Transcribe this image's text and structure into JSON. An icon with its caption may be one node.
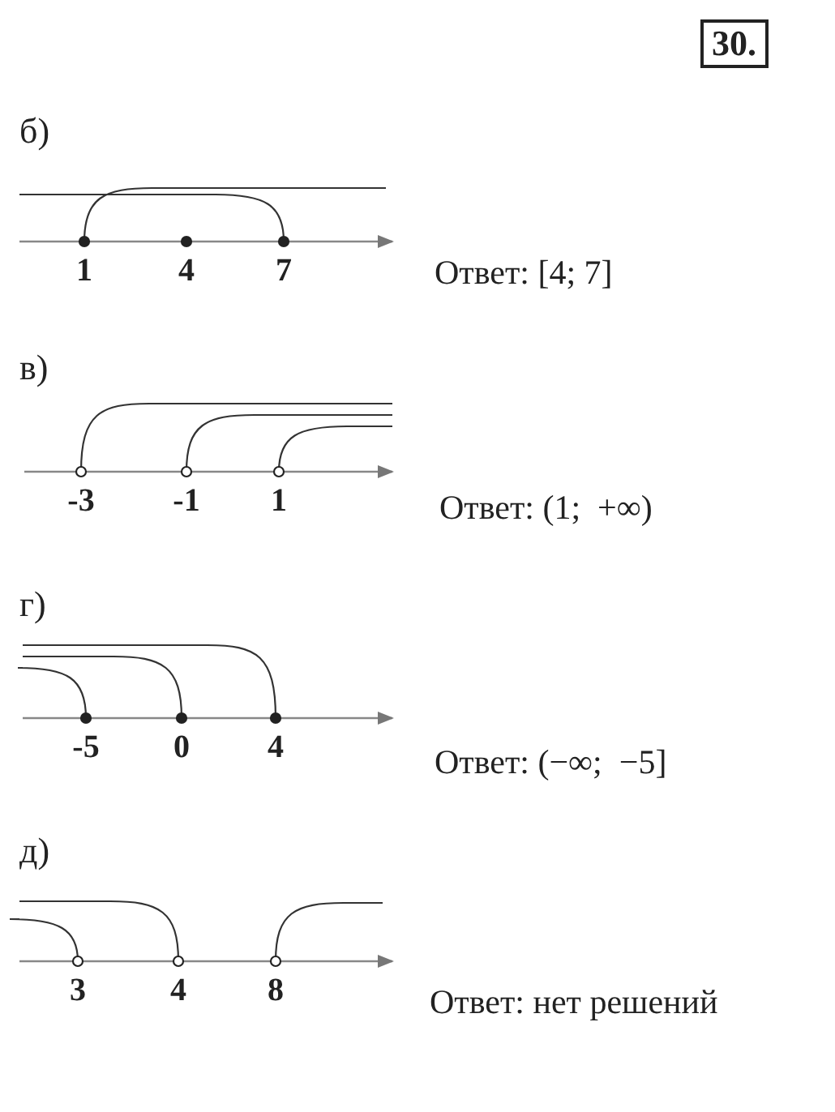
{
  "diagram": {
    "title": "30.",
    "labels": [
      "б)",
      "1",
      "4",
      "7",
      "Ответ: [4; 7]",
      "в)",
      "-3",
      "-1",
      "1",
      "Ответ: (1;  +∞)",
      "г)",
      "-5",
      "0",
      "4",
      "Ответ: (−∞;  −5]",
      "д)",
      "3",
      "4",
      "8",
      "Ответ: нет решений"
    ]
  }
}
